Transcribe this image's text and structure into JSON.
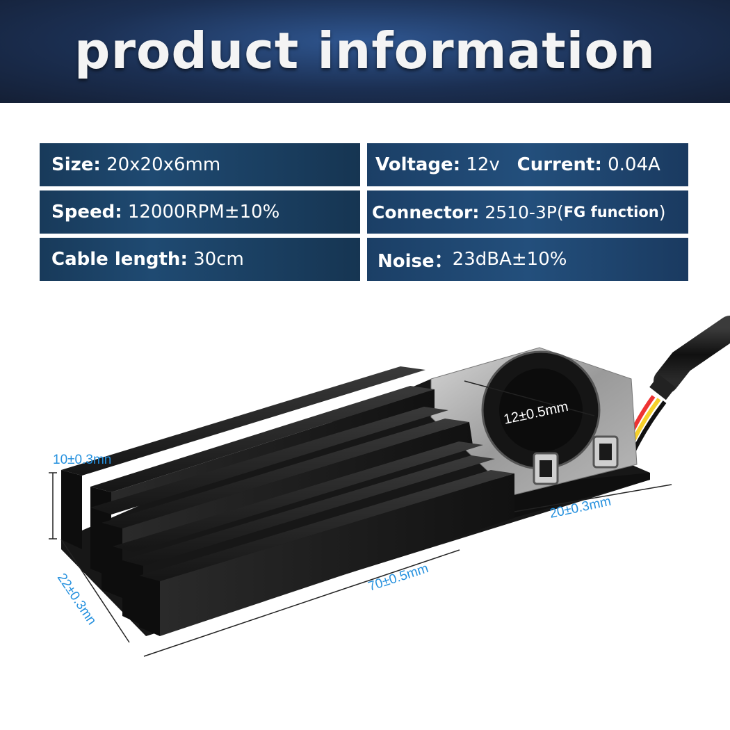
{
  "header": {
    "title": "product information"
  },
  "specs": {
    "size": {
      "label": "Size:",
      "value": "20x20x6mm"
    },
    "voltage": {
      "label": "Voltage:",
      "value": "12v"
    },
    "current": {
      "label": "Current:",
      "value": "0.04A"
    },
    "speed": {
      "label": "Speed:",
      "value": "12000RPM±10%"
    },
    "connector": {
      "label": "Connector:",
      "value": "2510-3P(",
      "note": "FG function",
      "close": ")"
    },
    "cable": {
      "label": "Cable length:",
      "value": "30cm"
    },
    "noise": {
      "label": "Noise：",
      "value": "23dBA±10%"
    }
  },
  "dimensions": {
    "fan_diameter": "12±0.5mm",
    "height": "10±0.3mn",
    "width_fan": "20±0.3mm",
    "length": "70±0.5mm",
    "width": "22±0.3mn"
  },
  "colors": {
    "header_bg": "#1b2f52",
    "spec_bg": "#1f4a72",
    "dimension": "#2490de",
    "heatsink": "#1e1e1e"
  }
}
